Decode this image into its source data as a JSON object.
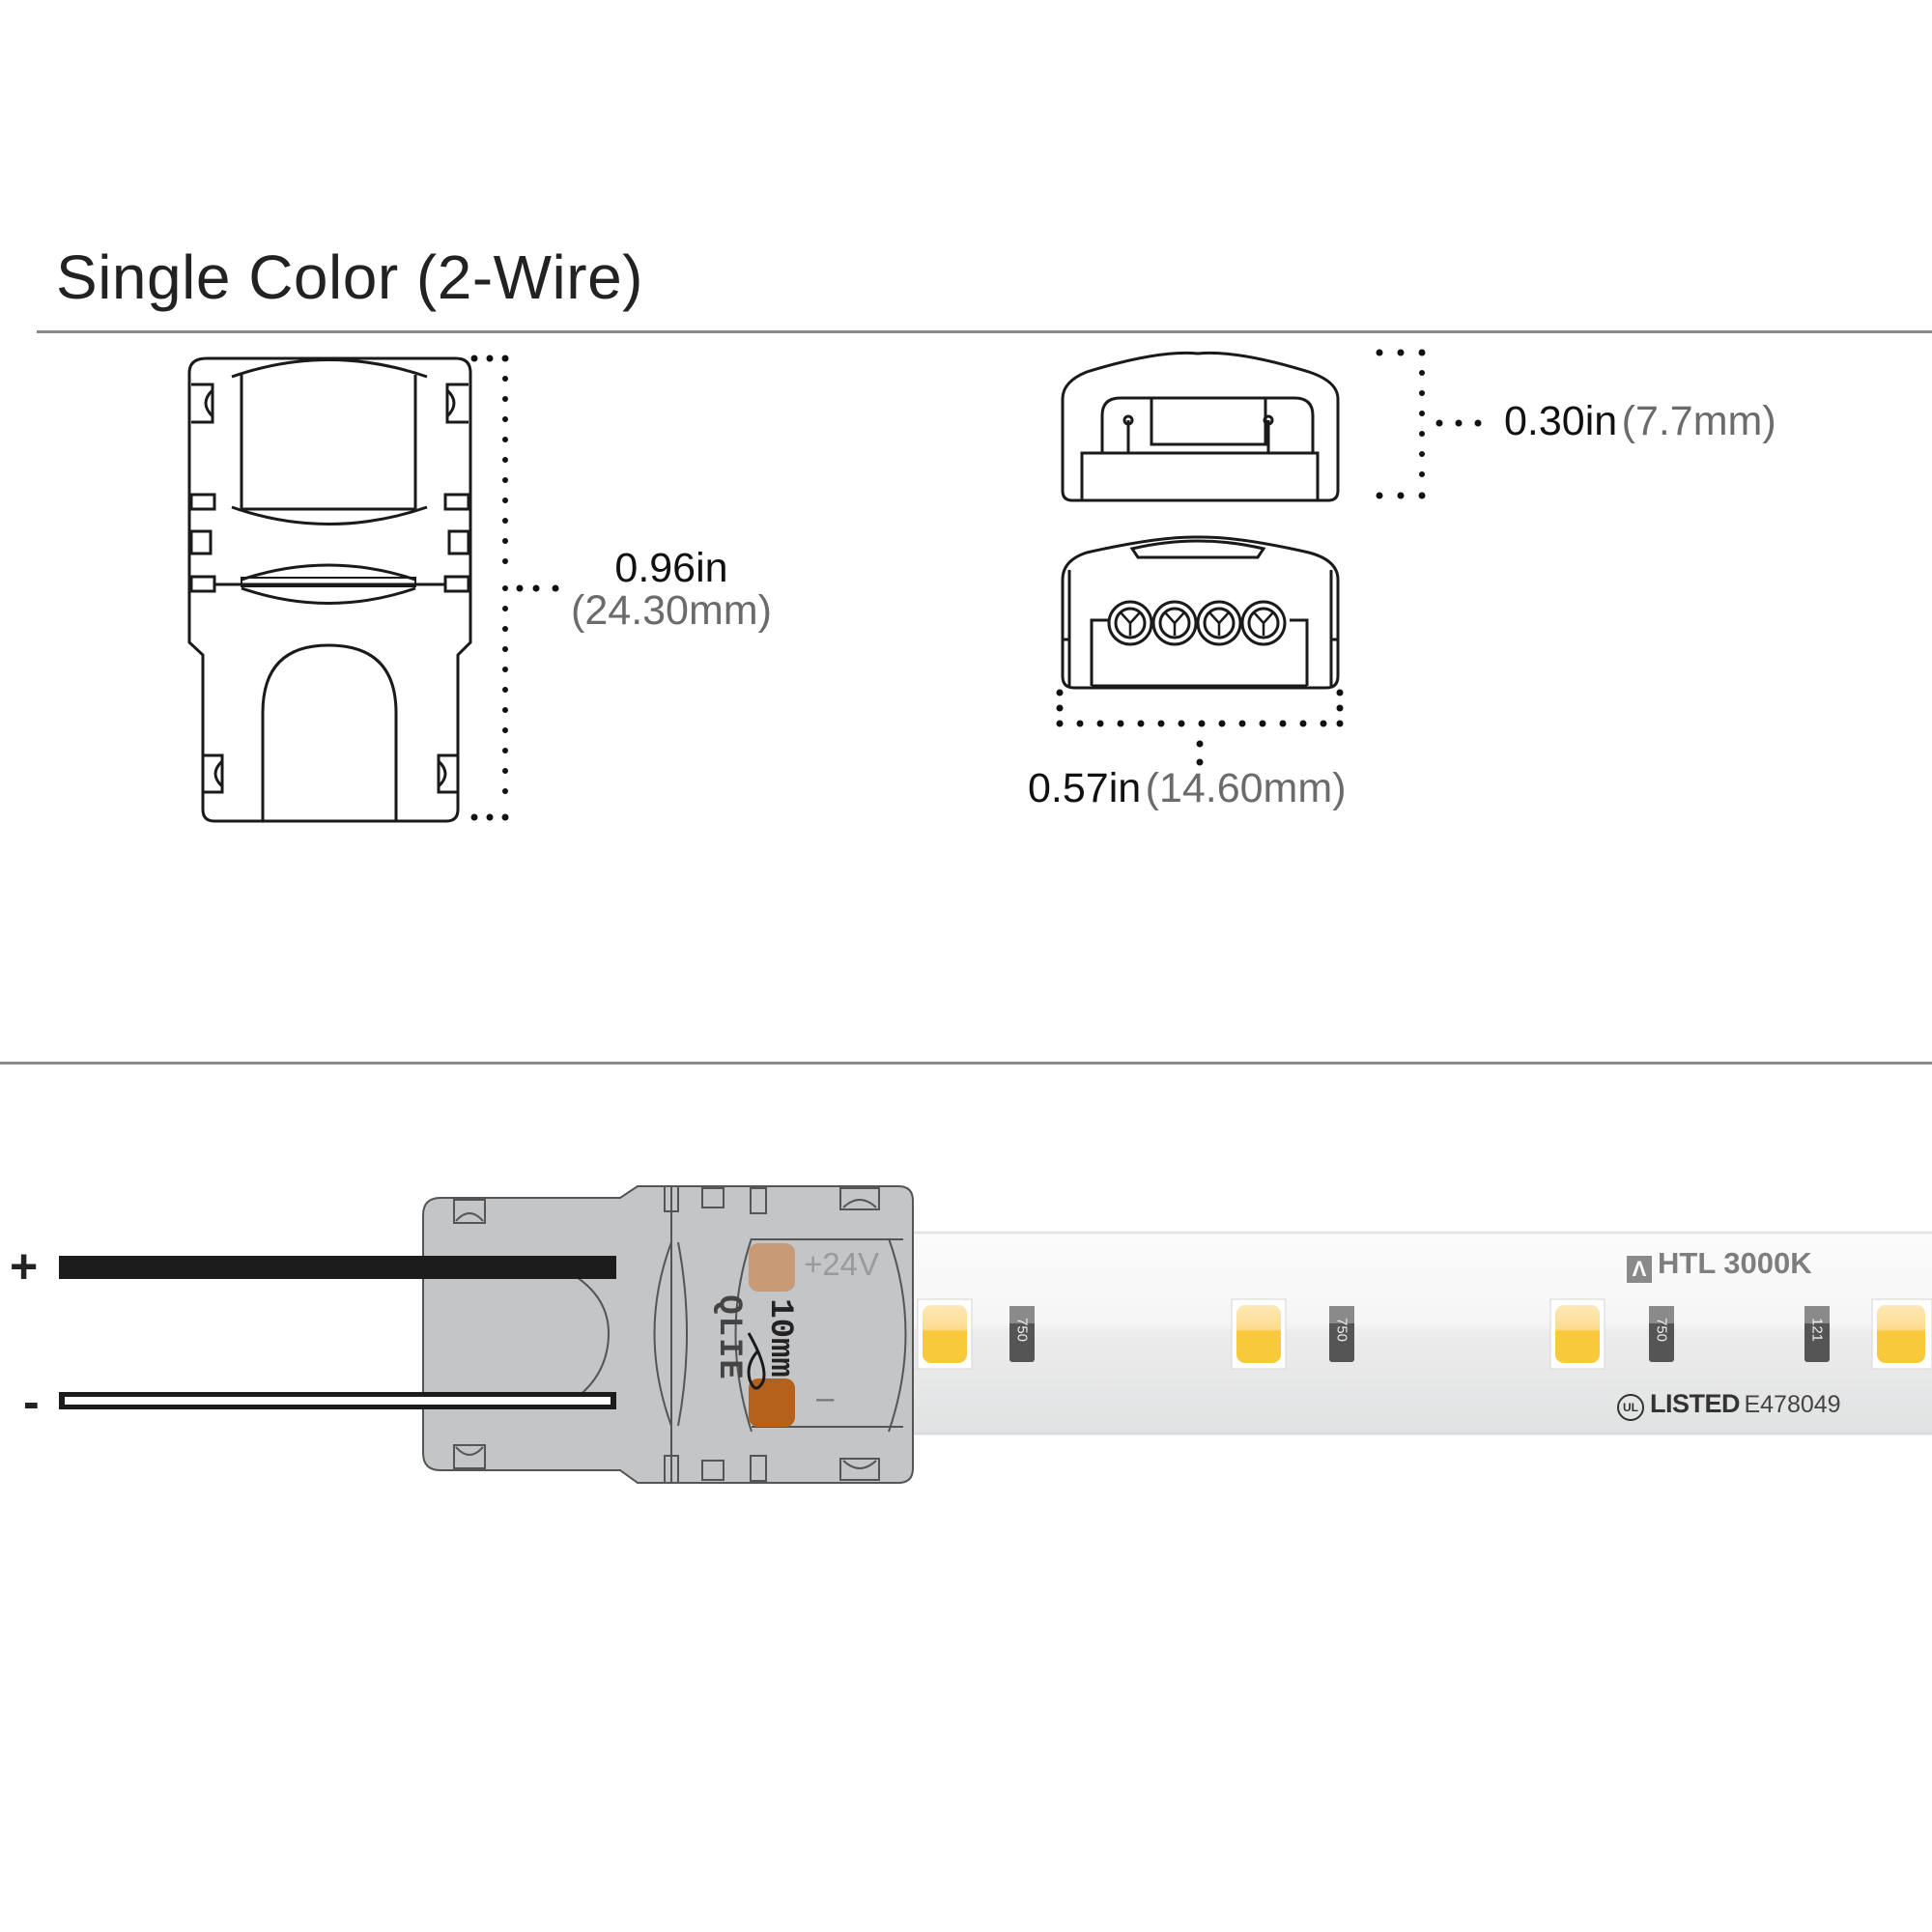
{
  "section": {
    "title": "Single Color (2-Wire)"
  },
  "dimensions": {
    "length": {
      "imperial": "0.96in",
      "metric": "(24.30mm)"
    },
    "height": {
      "imperial": "0.30in",
      "metric": "(7.7mm)"
    },
    "width": {
      "imperial": "0.57in",
      "metric": "(14.60mm)"
    }
  },
  "wiring": {
    "positive_label": "+",
    "negative_label": "-",
    "connector_brand": "QLIE",
    "strip_cut_label": "10mm",
    "pad_positive_label": "+24V",
    "pad_negative_label": "–"
  },
  "strip": {
    "product_label": "HTL 3000K",
    "listing_label": "LISTED",
    "listing_number": "E478049",
    "resistor_codes": [
      "750",
      "750",
      "750",
      "121"
    ],
    "led_color": "#f8c93a"
  },
  "colors": {
    "connector_fill": "#c4c5c7",
    "pad_positive": "#c9956b",
    "pad_negative": "#b5611c",
    "divider": "#8a8a8a"
  }
}
